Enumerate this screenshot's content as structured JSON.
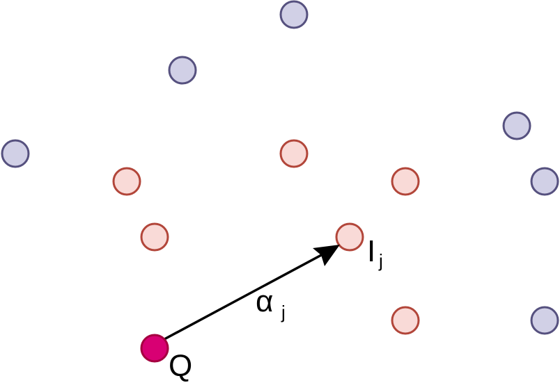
{
  "colors": {
    "neighbor_fill": "#f9dad7",
    "neighbor_stroke": "#b2463a",
    "other_fill": "#d1d0e6",
    "other_stroke": "#56517f",
    "query_fill": "#d80073",
    "query_stroke": "#a50040",
    "arrow": "#000000"
  },
  "labels": {
    "query": "Q",
    "target_main": "I",
    "target_sub": "j",
    "vector_main": "α",
    "vector_sub": "j"
  }
}
